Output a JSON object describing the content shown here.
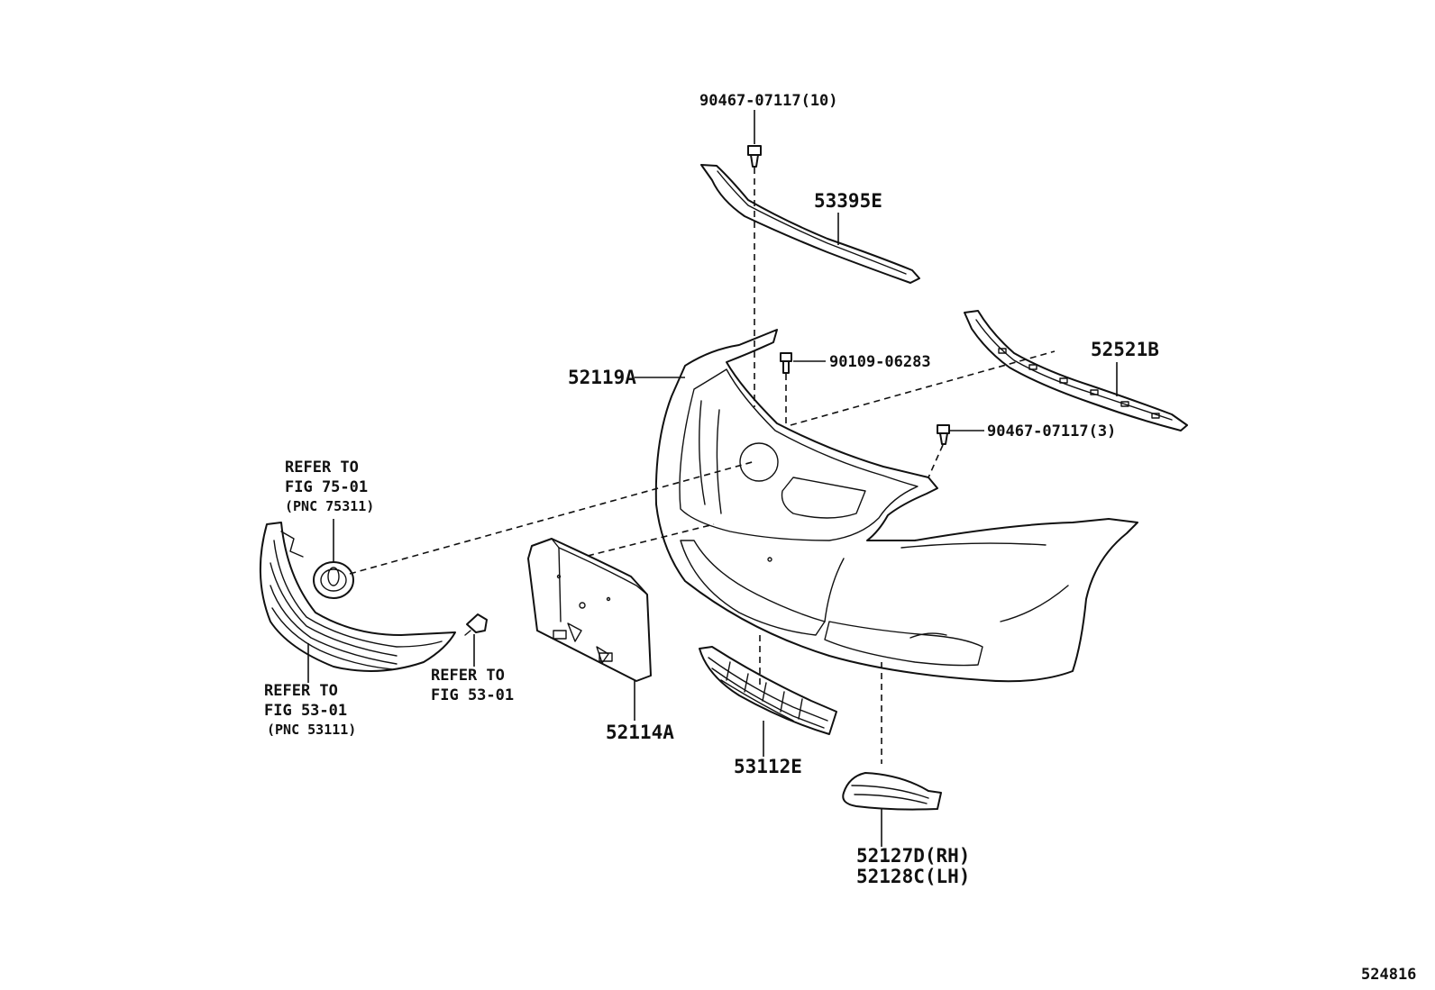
{
  "labels": {
    "clip_top": "90467-07117(10)",
    "upper_seal": "53395E",
    "bumper_cover": "52119A",
    "bolt": "90109-06283",
    "side_retainer": "52521B",
    "clip_side": "90467-07117(3)",
    "emblem_refer_1": "REFER TO",
    "emblem_refer_2": "FIG 75-01",
    "emblem_refer_3": "(PNC 75311)",
    "grille_refer_1": "REFER TO",
    "grille_refer_2": "FIG 53-01",
    "grille_refer_3": "(PNC 53111)",
    "clip_refer_1": "REFER TO",
    "clip_refer_2": "FIG 53-01",
    "license_bracket": "52114A",
    "lower_grille": "53112E",
    "fog_cover_rh": "52127D(RH)",
    "fog_cover_lh": "52128C(LH)",
    "figure_number": "524816"
  }
}
